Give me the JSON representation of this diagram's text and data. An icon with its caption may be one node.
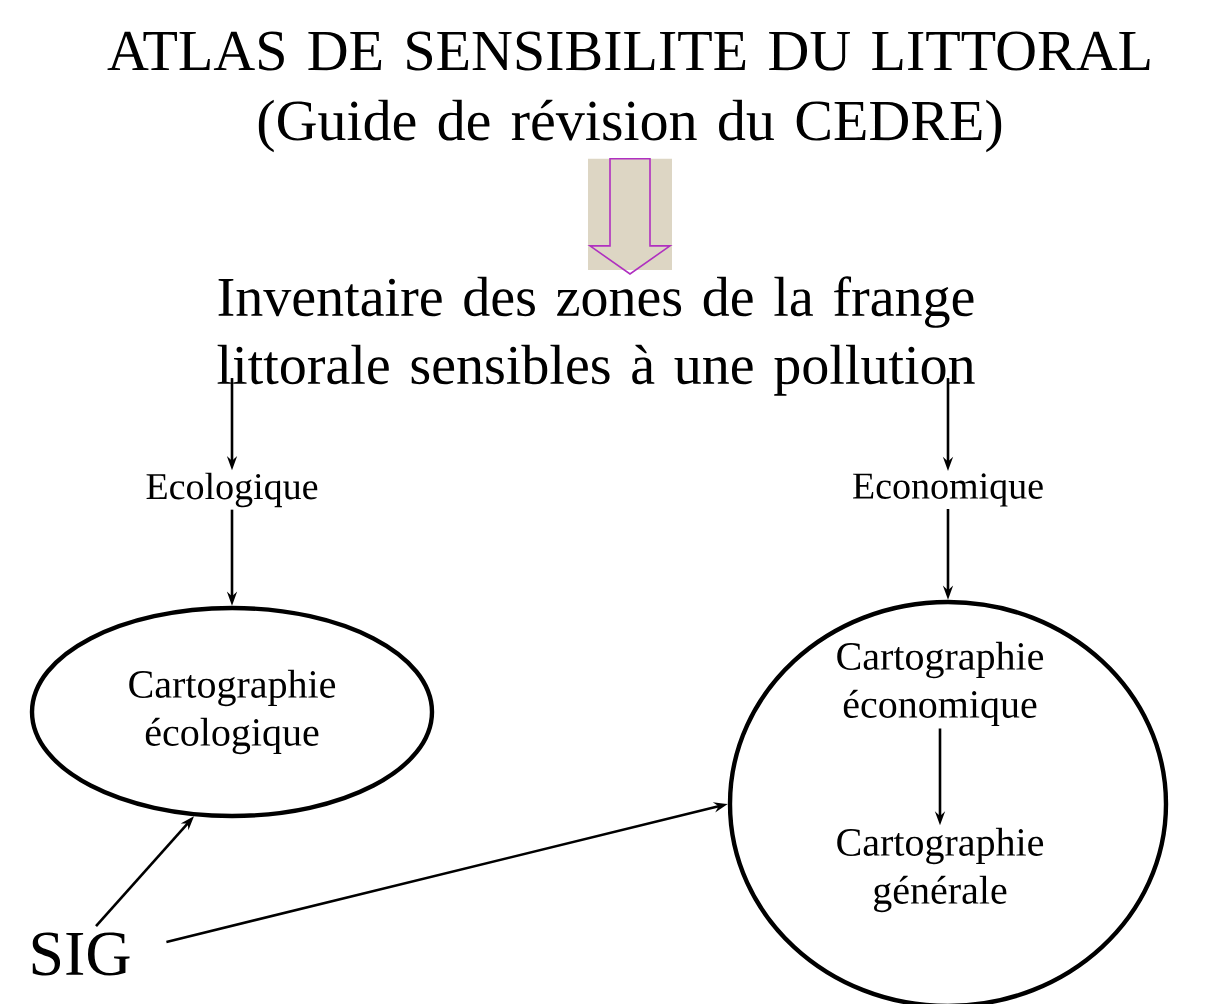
{
  "diagram": {
    "nodes": [
      {
        "text": [
          "ATLAS DE SENSIBILITE DU LITTORAL (Guide de révision du CEDRE)"
        ]
      },
      {
        "text": [
          "Inventaire des zones de la frange littorale sensibles à une pollution"
        ]
      },
      {
        "text": [
          "Ecologique"
        ]
      },
      {
        "text": [
          "Economique"
        ]
      },
      {
        "text": [
          "Cartographie écologique"
        ]
      },
      {
        "text": [],
        "shape": "circle"
      },
      {
        "text": [
          "Cartographie économique"
        ],
        "in": 5
      },
      {
        "text": [
          "Cartographie générale"
        ],
        "in": 5
      },
      {
        "text": [
          "SIG"
        ]
      }
    ],
    "edges": [
      {
        "from": 0,
        "to": 1,
        "arrow": "to",
        "color": "#b030c0"
      },
      {
        "from": 1,
        "to": 2,
        "arrow": "to"
      },
      {
        "from": 1,
        "to": 3,
        "arrow": "to"
      },
      {
        "from": 2,
        "to": 4,
        "arrow": "to"
      },
      {
        "from": 3,
        "to": 5,
        "arrow": "to"
      },
      {
        "from": 6,
        "to": 7,
        "arrow": "to"
      },
      {
        "from": 8,
        "to": 4,
        "arrow": "to"
      },
      {
        "from": 8,
        "to": 5,
        "arrow": "to"
      }
    ]
  }
}
